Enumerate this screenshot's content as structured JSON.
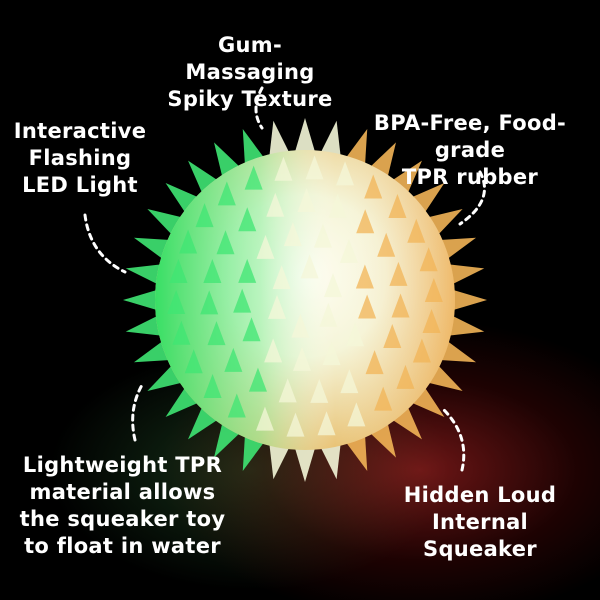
{
  "labels": {
    "spiky": [
      "Gum- Massaging",
      "Spiky Texture"
    ],
    "bpa": [
      "BPA-Free, Food-grade",
      "TPR rubber"
    ],
    "led": [
      "Interactive",
      "Flashing",
      "LED Light"
    ],
    "lightweight": [
      "Lightweight TPR",
      "material allows",
      "the squeaker toy",
      "to float in water"
    ],
    "squeaker": [
      "Hidden Loud",
      "Internal Squeaker"
    ]
  },
  "colors": {
    "background": "#000000",
    "ball_green": "#39e06a",
    "ball_center": "#fffbe6",
    "ball_orange": "#f7b84a",
    "glow_red": "#b42020"
  }
}
